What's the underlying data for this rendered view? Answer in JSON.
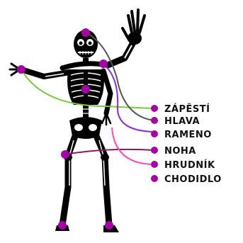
{
  "labels": [
    {
      "text": "ZÁPĚSTÍ",
      "line_color": "#7ac943"
    },
    {
      "text": "HLAVA",
      "line_color": "#555555"
    },
    {
      "text": "RAMENO",
      "line_color": "#8a2be2"
    },
    {
      "text": "NOHA",
      "line_color": "#8b1a5a"
    },
    {
      "text": "HRUDNÍK",
      "line_color": "#ff4db8"
    },
    {
      "text": "CHODIDLO",
      "line_color": "#333333"
    }
  ],
  "colors": {
    "marker": "#a600a6",
    "skeleton": "#000000",
    "bone_highlight": "#ffffff",
    "background": "#ffffff"
  }
}
